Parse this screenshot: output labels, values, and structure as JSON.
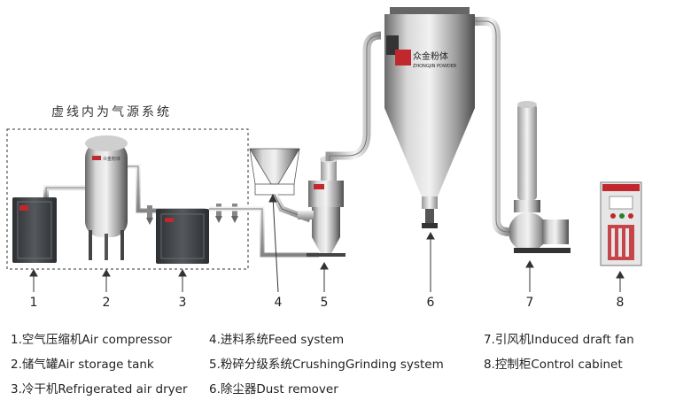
{
  "dashed_box_title": "虚线内为气源系统",
  "brand": {
    "logo_text": "众金粉体",
    "logo_sub": "ZHONGJIN POWDER",
    "small_logo_text": "众金粉体"
  },
  "numbers": [
    "1",
    "2",
    "3",
    "4",
    "5",
    "6",
    "7",
    "8"
  ],
  "legend": {
    "col1": [
      "1.空气压缩机Air compressor",
      "2.储气罐Air storage tank",
      "3.冷干机Refrigerated air dryer"
    ],
    "col2": [
      "4.进料系统Feed system",
      "5.粉碎分级系统CrushingGrinding system",
      "6.除尘器Dust remover"
    ],
    "col3": [
      "7.引风机Induced draft fan",
      "8.控制柜Control cabinet"
    ]
  },
  "colors": {
    "steel_light": "#e8e8e8",
    "steel_dark": "#5a5a5a",
    "dark_unit": "#3c3f42",
    "cabinet_red": "#c0282d"
  }
}
